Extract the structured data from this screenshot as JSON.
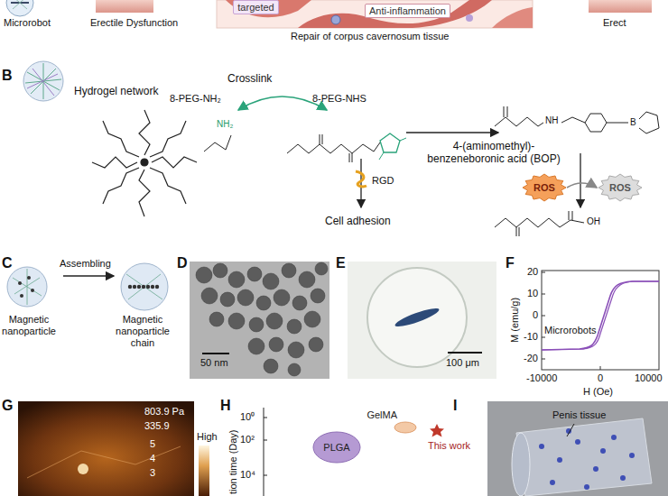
{
  "diagram": {
    "nodes": [
      {
        "text": [
          "targeted"
        ]
      },
      {
        "text": [
          "Anti-inflammation"
        ]
      },
      {
        "text": [
          "ROS"
        ]
      },
      {
        "text": [
          "ROS"
        ]
      },
      {
        "text": [
          "PLGA"
        ]
      },
      {
        "text": [
          "GelMA"
        ]
      }
    ],
    "edges": [
      {
        "from": 2,
        "to": 3,
        "arrow": "to"
      }
    ],
    "labels": [
      "Microrobot",
      "Erectile Dysfunction",
      "Repair of corpus cavernosum tissue",
      "Erect",
      "B",
      "Hydrogel network",
      "Crosslink",
      "8-PEG-NH₂",
      "8-PEG-NHS",
      "NH₂",
      "RGD",
      "Cell adhesion",
      "4-(aminomethyl)- benzeneboronic acid (BOP)",
      "NH",
      "B",
      "OH",
      "C",
      "Assembling",
      "Magnetic nanoparticle",
      "Magnetic nanoparticle chain",
      "D",
      "50 nm",
      "E",
      "100 μm",
      "F",
      "20",
      "10",
      "0",
      "-10",
      "-20",
      "M (emu/g)",
      "Microrobots",
      "-10000",
      "0",
      "10000",
      "H (Oe)",
      "G",
      "803.9 Pa",
      "335.9",
      "5",
      "4",
      "3",
      "High",
      "H",
      "tion time (Day)",
      "10⁰",
      "10²",
      "10⁴",
      "This work",
      "I",
      "Penis tissue"
    ]
  }
}
